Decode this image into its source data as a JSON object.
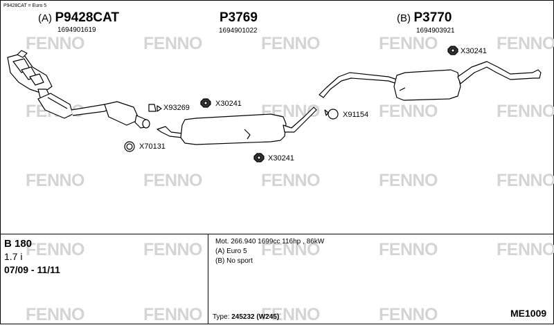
{
  "header_note": "P9428CAT = Euro 5",
  "watermark": "FENNO",
  "parts": [
    {
      "prefix": "(A)",
      "number": "P9428CAT",
      "oe": "1694901619"
    },
    {
      "number": "P3769",
      "oe": "1694901022"
    },
    {
      "prefix": "(B)",
      "number": "P3770",
      "oe": "1694903921"
    }
  ],
  "fittings": {
    "x30241_top": "X30241",
    "x93269": "X93269",
    "x30241_mid": "X30241",
    "x91154": "X91154",
    "x70131": "X70131",
    "x30241_low": "X30241"
  },
  "vehicle": {
    "model": "B 180",
    "engine": "1.7 i",
    "years": "07/09 - 11/11"
  },
  "motor": {
    "line1": "Mot. 266.940 1699cc 116hp , 86kW",
    "line2": "(A) Euro 5",
    "line3": "(B) No sport"
  },
  "type_label": "Type:",
  "type_value": "245232 (W245)",
  "diagram_code": "ME1009",
  "colors": {
    "line": "#000000",
    "watermark": "#d4d4d4",
    "part_fill": "#ffffff"
  }
}
